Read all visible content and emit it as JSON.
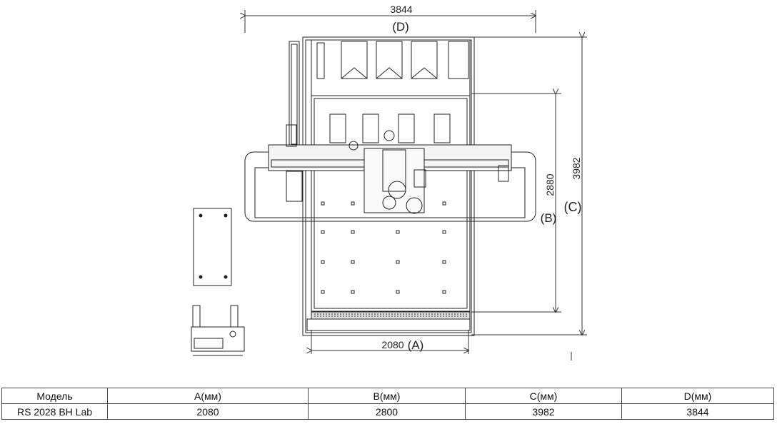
{
  "dimensions": {
    "top_width_value": "3844",
    "top_width_label": "(D)",
    "right_height_value": "3982",
    "right_height_label": "(C)",
    "inner_height_value": "2880",
    "inner_height_label": "(B)",
    "bottom_width_value": "2080",
    "bottom_width_label": "(A)"
  },
  "spec_table": {
    "headers": [
      "Модель",
      "A(мм)",
      "B(мм)",
      "C(мм)",
      "D(мм)"
    ],
    "rows": [
      [
        "RS 2028 BH Lab",
        "2080",
        "2800",
        "3982",
        "3844"
      ]
    ]
  }
}
